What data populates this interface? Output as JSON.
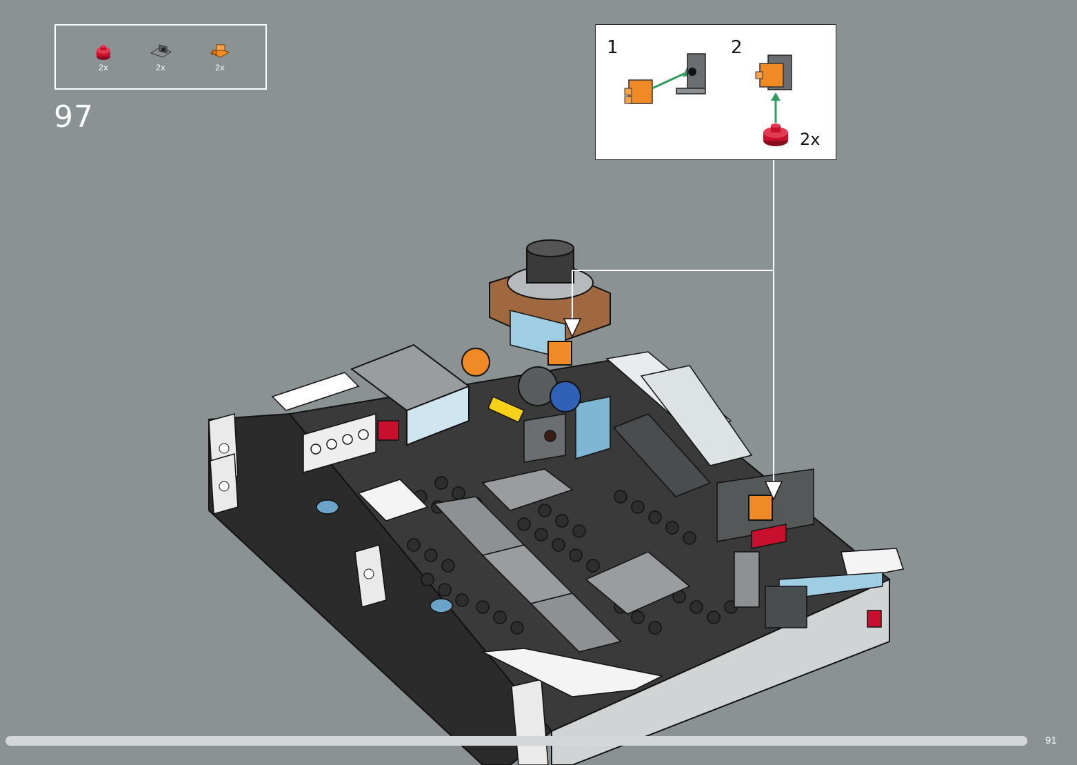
{
  "step": {
    "number": "97",
    "page_number": "91"
  },
  "parts_list": [
    {
      "name": "red round plate 1x1",
      "color": "#c8102e",
      "qty": "2x",
      "icon": "red-round-plate-icon"
    },
    {
      "name": "dark grey bracket",
      "color": "#6b6e70",
      "qty": "2x",
      "icon": "grey-bracket-icon"
    },
    {
      "name": "orange clip plate",
      "color": "#f08a24",
      "qty": "2x",
      "icon": "orange-clip-plate-icon"
    }
  ],
  "callout": {
    "substeps": [
      {
        "number": "1"
      },
      {
        "number": "2",
        "qty": "2x"
      }
    ]
  },
  "progress": {
    "fraction": 1.0
  },
  "colors": {
    "background": "#8a9294",
    "callout_bg": "#ffffff",
    "arrow": "#2f9e5c",
    "orange": "#f08a24",
    "red": "#c8102e",
    "black_brick": "#2b2b2b",
    "light_blue": "#9fcde3"
  }
}
